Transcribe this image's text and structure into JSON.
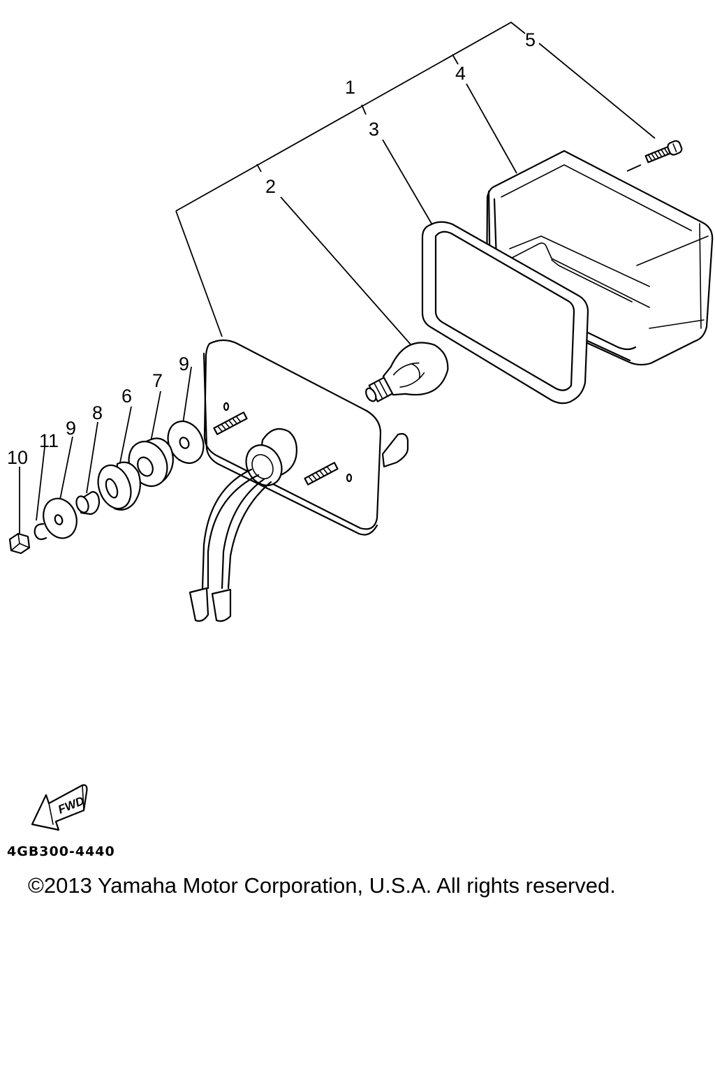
{
  "callouts": [
    {
      "id": "1",
      "text": "1"
    },
    {
      "id": "2",
      "text": "2"
    },
    {
      "id": "3",
      "text": "3"
    },
    {
      "id": "4",
      "text": "4"
    },
    {
      "id": "5",
      "text": "5"
    },
    {
      "id": "6",
      "text": "6"
    },
    {
      "id": "7",
      "text": "7"
    },
    {
      "id": "8",
      "text": "8"
    },
    {
      "id": "9a",
      "text": "9"
    },
    {
      "id": "9b",
      "text": "9"
    },
    {
      "id": "10",
      "text": "10"
    },
    {
      "id": "11",
      "text": "11"
    }
  ],
  "fwd_badge": "FWD",
  "drawing_code": "4GB300-4440",
  "copyright": "©2013 Yamaha Motor Corporation, U.S.A. All rights reserved."
}
